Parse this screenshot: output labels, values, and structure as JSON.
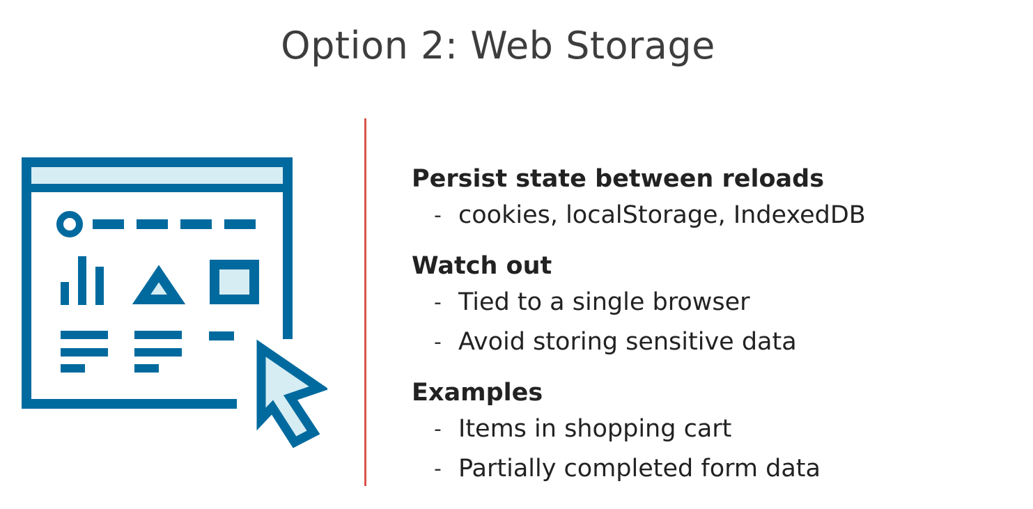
{
  "slide": {
    "title": "Option 2: Web Storage",
    "accent_color": "#d9534a",
    "icon_colors": {
      "stroke": "#006a9e",
      "fill": "#d5edf3"
    },
    "illustration_icons": [
      "browser-window-icon",
      "mouse-cursor-icon"
    ],
    "sections": [
      {
        "heading": "Persist state between reloads",
        "items": [
          "cookies, localStorage, IndexedDB"
        ]
      },
      {
        "heading": "Watch out",
        "items": [
          "Tied to a single browser",
          "Avoid storing sensitive data"
        ]
      },
      {
        "heading": "Examples",
        "items": [
          "Items in shopping cart",
          "Partially completed form data"
        ]
      }
    ],
    "bullet_glyph": "-"
  }
}
